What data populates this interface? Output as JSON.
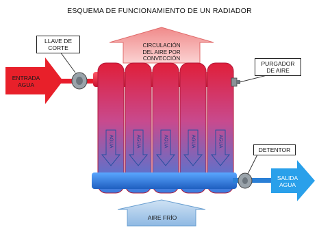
{
  "title": "ESQUEMA DE FUNCIONAMIENTO DE UN RADIADOR",
  "labels": {
    "llave_de_corte": [
      "LLAVE DE",
      "CORTE"
    ],
    "purgador_de_aire": [
      "PURGADOR",
      "DE AIRE"
    ],
    "detentor": "DETENTOR",
    "entrada_agua": [
      "ENTRADA",
      "AGUA"
    ],
    "salida_agua": [
      "SALIDA",
      "AGUA"
    ],
    "circulacion": [
      "CIRCULACIÓN",
      "DEL AIRE POR",
      "CONVECCIÓN"
    ],
    "aire_frio": "AIRE FRÍO",
    "agua": "AGUA"
  },
  "colors": {
    "hot": "#e2203a",
    "cold": "#2f7fd6",
    "arrow_pink": "#f6b2b2",
    "arrow_blue": "#a9cbe9",
    "entrada_red": "#ea1c24",
    "salida_blue": "#2a9be8"
  }
}
